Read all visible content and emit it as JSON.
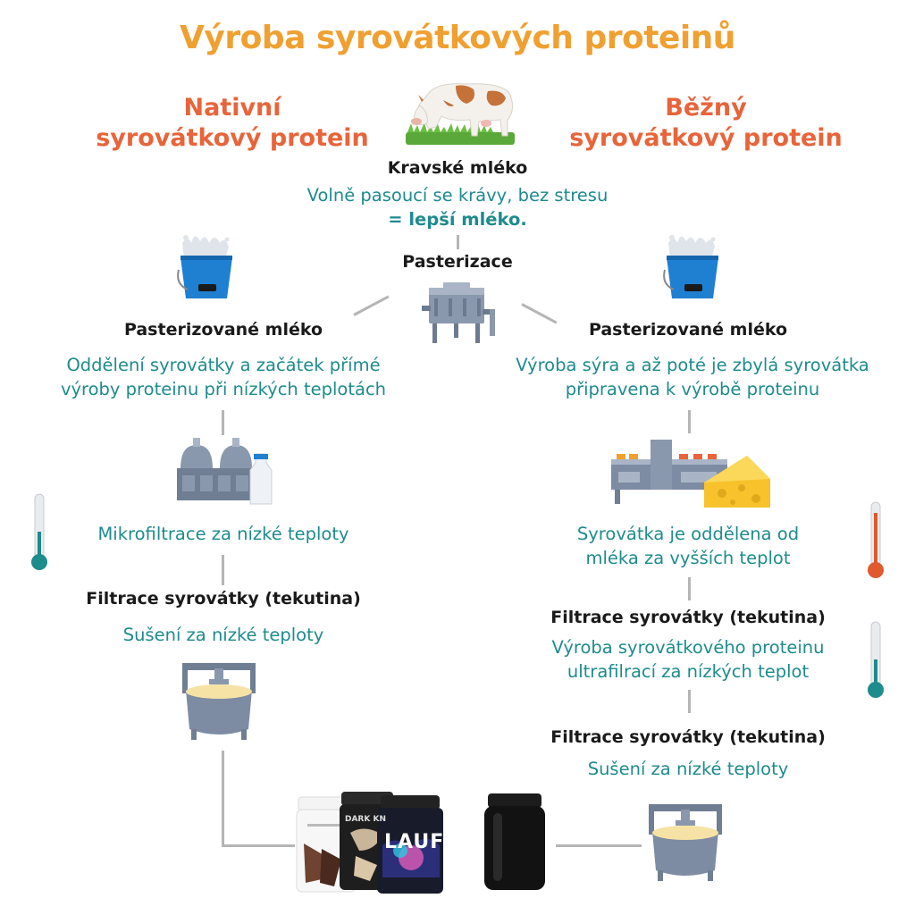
{
  "title": "Výroba syrovátkových proteinů",
  "left": {
    "heading": [
      "Nativní",
      "syrovátkový protein"
    ],
    "step1": "Pasterizované mléko",
    "desc1": [
      "Oddělení syrovátky a začátek přímé",
      "výroby proteinu při nízkých teplotách"
    ],
    "desc2": "Mikrofiltrace za nízké teploty",
    "step2": "Filtrace syrovátky (tekutina)",
    "desc3": "Sušení za nízké teploty"
  },
  "center": {
    "step1": "Kravské mléko",
    "desc1_line1": "Volně pasoucí se krávy, bez stresu",
    "desc1_line2": "= lepší mléko.",
    "step2": "Pasterizace"
  },
  "right": {
    "heading": [
      "Běžný",
      "syrovátkový protein"
    ],
    "step1": "Pasterizované mléko",
    "desc1": [
      "Výroba sýra a až poté je zbylá syrovátka",
      "připravena k výrobě proteinu"
    ],
    "desc2": [
      "Syrovátka je oddělena od",
      "mléka za vyšších teplot"
    ],
    "step2": "Filtrace syrovátky (tekutina)",
    "desc3": [
      "Výroba syrovátkového proteinu",
      "ultrafilrací za nízkých teplot"
    ],
    "step3": "Filtrace syrovátky (tekutina)",
    "desc4": "Sušení za nízké teploty"
  },
  "products": {
    "jar2_label": "DARK KN",
    "jar3_label": "LAUF"
  },
  "icons": [
    "cow-icon",
    "milk-bucket-icon",
    "pasteurizer-icon",
    "dairy-factory-icon",
    "cheese-factory-icon",
    "thermometer-cold-icon",
    "thermometer-hot-icon",
    "drying-vat-icon",
    "protein-jar-icon"
  ],
  "colors": {
    "title": "#f0a030",
    "heading": "#e8643a",
    "desc": "#1e8b8d",
    "step": "#1a1a1a",
    "connector": "#b5b5b5",
    "cold": "#1e8b8d",
    "hot": "#e05a2f"
  }
}
